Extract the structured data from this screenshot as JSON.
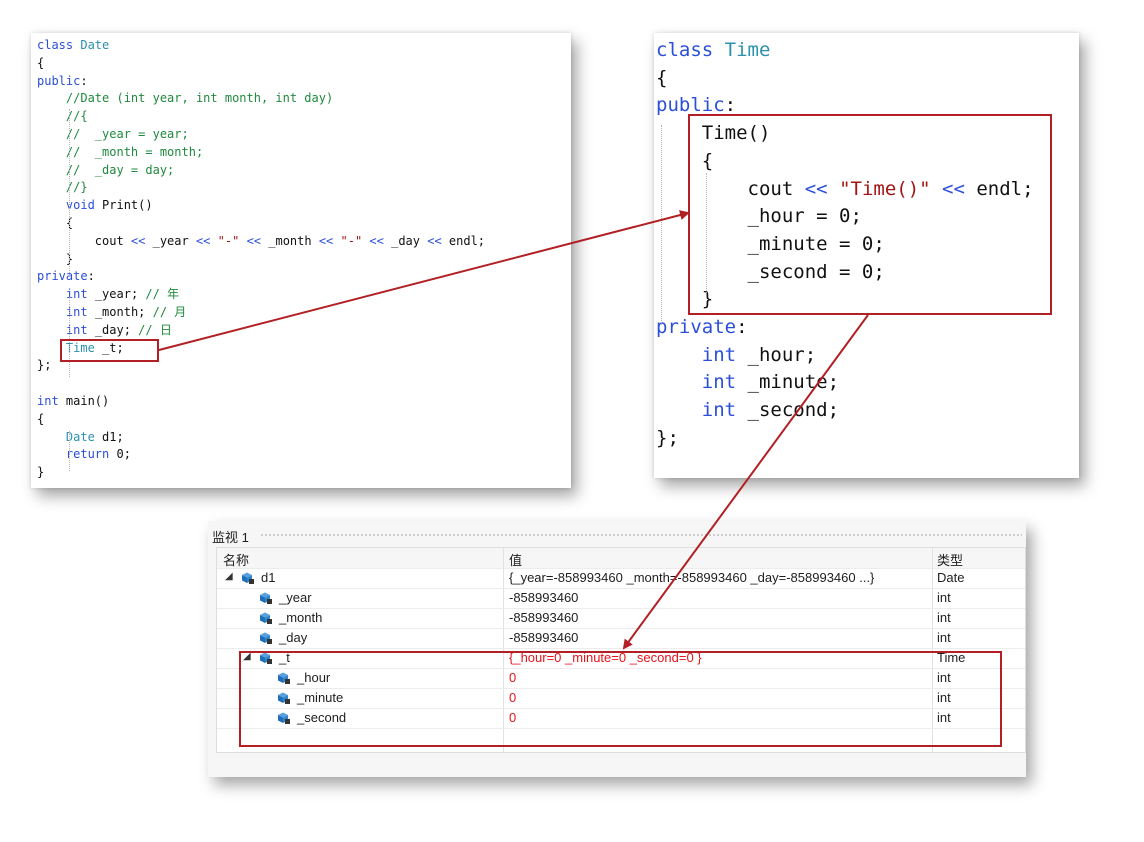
{
  "left_code": {
    "lines": [
      [
        [
          "kw",
          "class "
        ],
        [
          "ty",
          "Date"
        ]
      ],
      [
        [
          "n",
          "{"
        ]
      ],
      [
        [
          "kw",
          "public"
        ],
        [
          "n",
          ":"
        ]
      ],
      [
        [
          "cm",
          "    //Date (int year, int month, int day)"
        ]
      ],
      [
        [
          "cm",
          "    //{"
        ]
      ],
      [
        [
          "cm",
          "    //  _year = year;"
        ]
      ],
      [
        [
          "cm",
          "    //  _month = month;"
        ]
      ],
      [
        [
          "cm",
          "    //  _day = day;"
        ]
      ],
      [
        [
          "cm",
          "    //}"
        ]
      ],
      [
        [
          "n",
          "    "
        ],
        [
          "kw",
          "void"
        ],
        [
          "n",
          " Print()"
        ]
      ],
      [
        [
          "n",
          "    {"
        ]
      ],
      [
        [
          "n",
          "        cout "
        ],
        [
          "kw",
          "<<"
        ],
        [
          "n",
          " _year "
        ],
        [
          "kw",
          "<<"
        ],
        [
          "n",
          " "
        ],
        [
          "st",
          "\"-\""
        ],
        [
          "n",
          " "
        ],
        [
          "kw",
          "<<"
        ],
        [
          "n",
          " _month "
        ],
        [
          "kw",
          "<<"
        ],
        [
          "n",
          " "
        ],
        [
          "st",
          "\"-\""
        ],
        [
          "n",
          " "
        ],
        [
          "kw",
          "<<"
        ],
        [
          "n",
          " _day "
        ],
        [
          "kw",
          "<<"
        ],
        [
          "n",
          " endl;"
        ]
      ],
      [
        [
          "n",
          "    }"
        ]
      ],
      [
        [
          "kw",
          "private"
        ],
        [
          "n",
          ":"
        ]
      ],
      [
        [
          "n",
          "    "
        ],
        [
          "kw",
          "int"
        ],
        [
          "n",
          " _year; "
        ],
        [
          "cm",
          "// 年"
        ]
      ],
      [
        [
          "n",
          "    "
        ],
        [
          "kw",
          "int"
        ],
        [
          "n",
          " _month; "
        ],
        [
          "cm",
          "// 月"
        ]
      ],
      [
        [
          "n",
          "    "
        ],
        [
          "kw",
          "int"
        ],
        [
          "n",
          " _day; "
        ],
        [
          "cm",
          "// 日"
        ]
      ],
      [
        [
          "n",
          "    "
        ],
        [
          "ty",
          "Time"
        ],
        [
          "n",
          " _t;"
        ]
      ],
      [
        [
          "n",
          "};"
        ]
      ],
      [
        [
          "n",
          ""
        ]
      ],
      [
        [
          "kw",
          "int"
        ],
        [
          "n",
          " main()"
        ]
      ],
      [
        [
          "n",
          "{"
        ]
      ],
      [
        [
          "n",
          "    "
        ],
        [
          "ty",
          "Date"
        ],
        [
          "n",
          " d1;"
        ]
      ],
      [
        [
          "n",
          "    "
        ],
        [
          "kw",
          "return"
        ],
        [
          "n",
          " 0;"
        ]
      ],
      [
        [
          "n",
          "}"
        ]
      ]
    ]
  },
  "right_code": {
    "lines": [
      [
        [
          "kw",
          "class "
        ],
        [
          "ty",
          "Time"
        ]
      ],
      [
        [
          "n",
          "{"
        ]
      ],
      [
        [
          "kw",
          "public"
        ],
        [
          "n",
          ":"
        ]
      ],
      [
        [
          "n",
          "    Time()"
        ]
      ],
      [
        [
          "n",
          "    {"
        ]
      ],
      [
        [
          "n",
          "        cout "
        ],
        [
          "kw",
          "<<"
        ],
        [
          "n",
          " "
        ],
        [
          "st",
          "\"Time()\""
        ],
        [
          "n",
          " "
        ],
        [
          "kw",
          "<<"
        ],
        [
          "n",
          " endl;"
        ]
      ],
      [
        [
          "n",
          "        _hour = 0;"
        ]
      ],
      [
        [
          "n",
          "        _minute = 0;"
        ]
      ],
      [
        [
          "n",
          "        _second = 0;"
        ]
      ],
      [
        [
          "n",
          "    }"
        ]
      ],
      [
        [
          "kw",
          "private"
        ],
        [
          "n",
          ":"
        ]
      ],
      [
        [
          "n",
          "    "
        ],
        [
          "kw",
          "int"
        ],
        [
          "n",
          " _hour;"
        ]
      ],
      [
        [
          "n",
          "    "
        ],
        [
          "kw",
          "int"
        ],
        [
          "n",
          " _minute;"
        ]
      ],
      [
        [
          "n",
          "    "
        ],
        [
          "kw",
          "int"
        ],
        [
          "n",
          " _second;"
        ]
      ],
      [
        [
          "n",
          "};"
        ]
      ]
    ]
  },
  "watch": {
    "title": "监视 1",
    "columns": [
      "名称",
      "值",
      "类型"
    ],
    "rows": [
      {
        "name": "d1",
        "value": "{_year=-858993460 _month=-858993460 _day=-858993460 ...}",
        "type": "Date",
        "depth": 0,
        "expanded": true,
        "red": false
      },
      {
        "name": "_year",
        "value": "-858993460",
        "type": "int",
        "depth": 1,
        "expanded": null,
        "red": false
      },
      {
        "name": "_month",
        "value": "-858993460",
        "type": "int",
        "depth": 1,
        "expanded": null,
        "red": false
      },
      {
        "name": "_day",
        "value": "-858993460",
        "type": "int",
        "depth": 1,
        "expanded": null,
        "red": false
      },
      {
        "name": "_t",
        "value": "{_hour=0 _minute=0 _second=0 }",
        "type": "Time",
        "depth": 1,
        "expanded": true,
        "red": true
      },
      {
        "name": "_hour",
        "value": "0",
        "type": "int",
        "depth": 2,
        "expanded": null,
        "red": true
      },
      {
        "name": "_minute",
        "value": "0",
        "type": "int",
        "depth": 2,
        "expanded": null,
        "red": true
      },
      {
        "name": "_second",
        "value": "0",
        "type": "int",
        "depth": 2,
        "expanded": null,
        "red": true
      }
    ]
  },
  "colors": {
    "keyword": "#2b4fd8",
    "type": "#2b91af",
    "comment": "#1f8a3d",
    "string": "#a31515",
    "highlight_box": "#b21f24",
    "changed_value": "#e8141b"
  },
  "icons": {
    "field": "object-field-icon",
    "expand": "expand-triangle-icon"
  }
}
